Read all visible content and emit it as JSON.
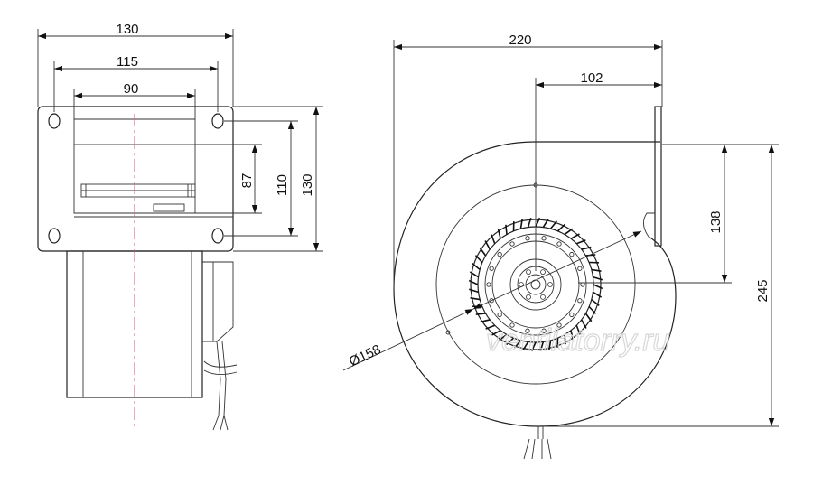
{
  "side_view": {
    "dim_width_outer": "130",
    "dim_hole_spacing": "115",
    "dim_outlet_width": "90",
    "dim_outlet_height": "87",
    "dim_hole_spacing_vertical": "110",
    "dim_height_outer": "130"
  },
  "front_view": {
    "dim_total_width": "220",
    "dim_axis_to_outlet": "102",
    "dim_axis_height": "138",
    "dim_total_height": "245",
    "dim_impeller_diameter": "Ø158"
  },
  "watermark": "ventilatorry.ru"
}
